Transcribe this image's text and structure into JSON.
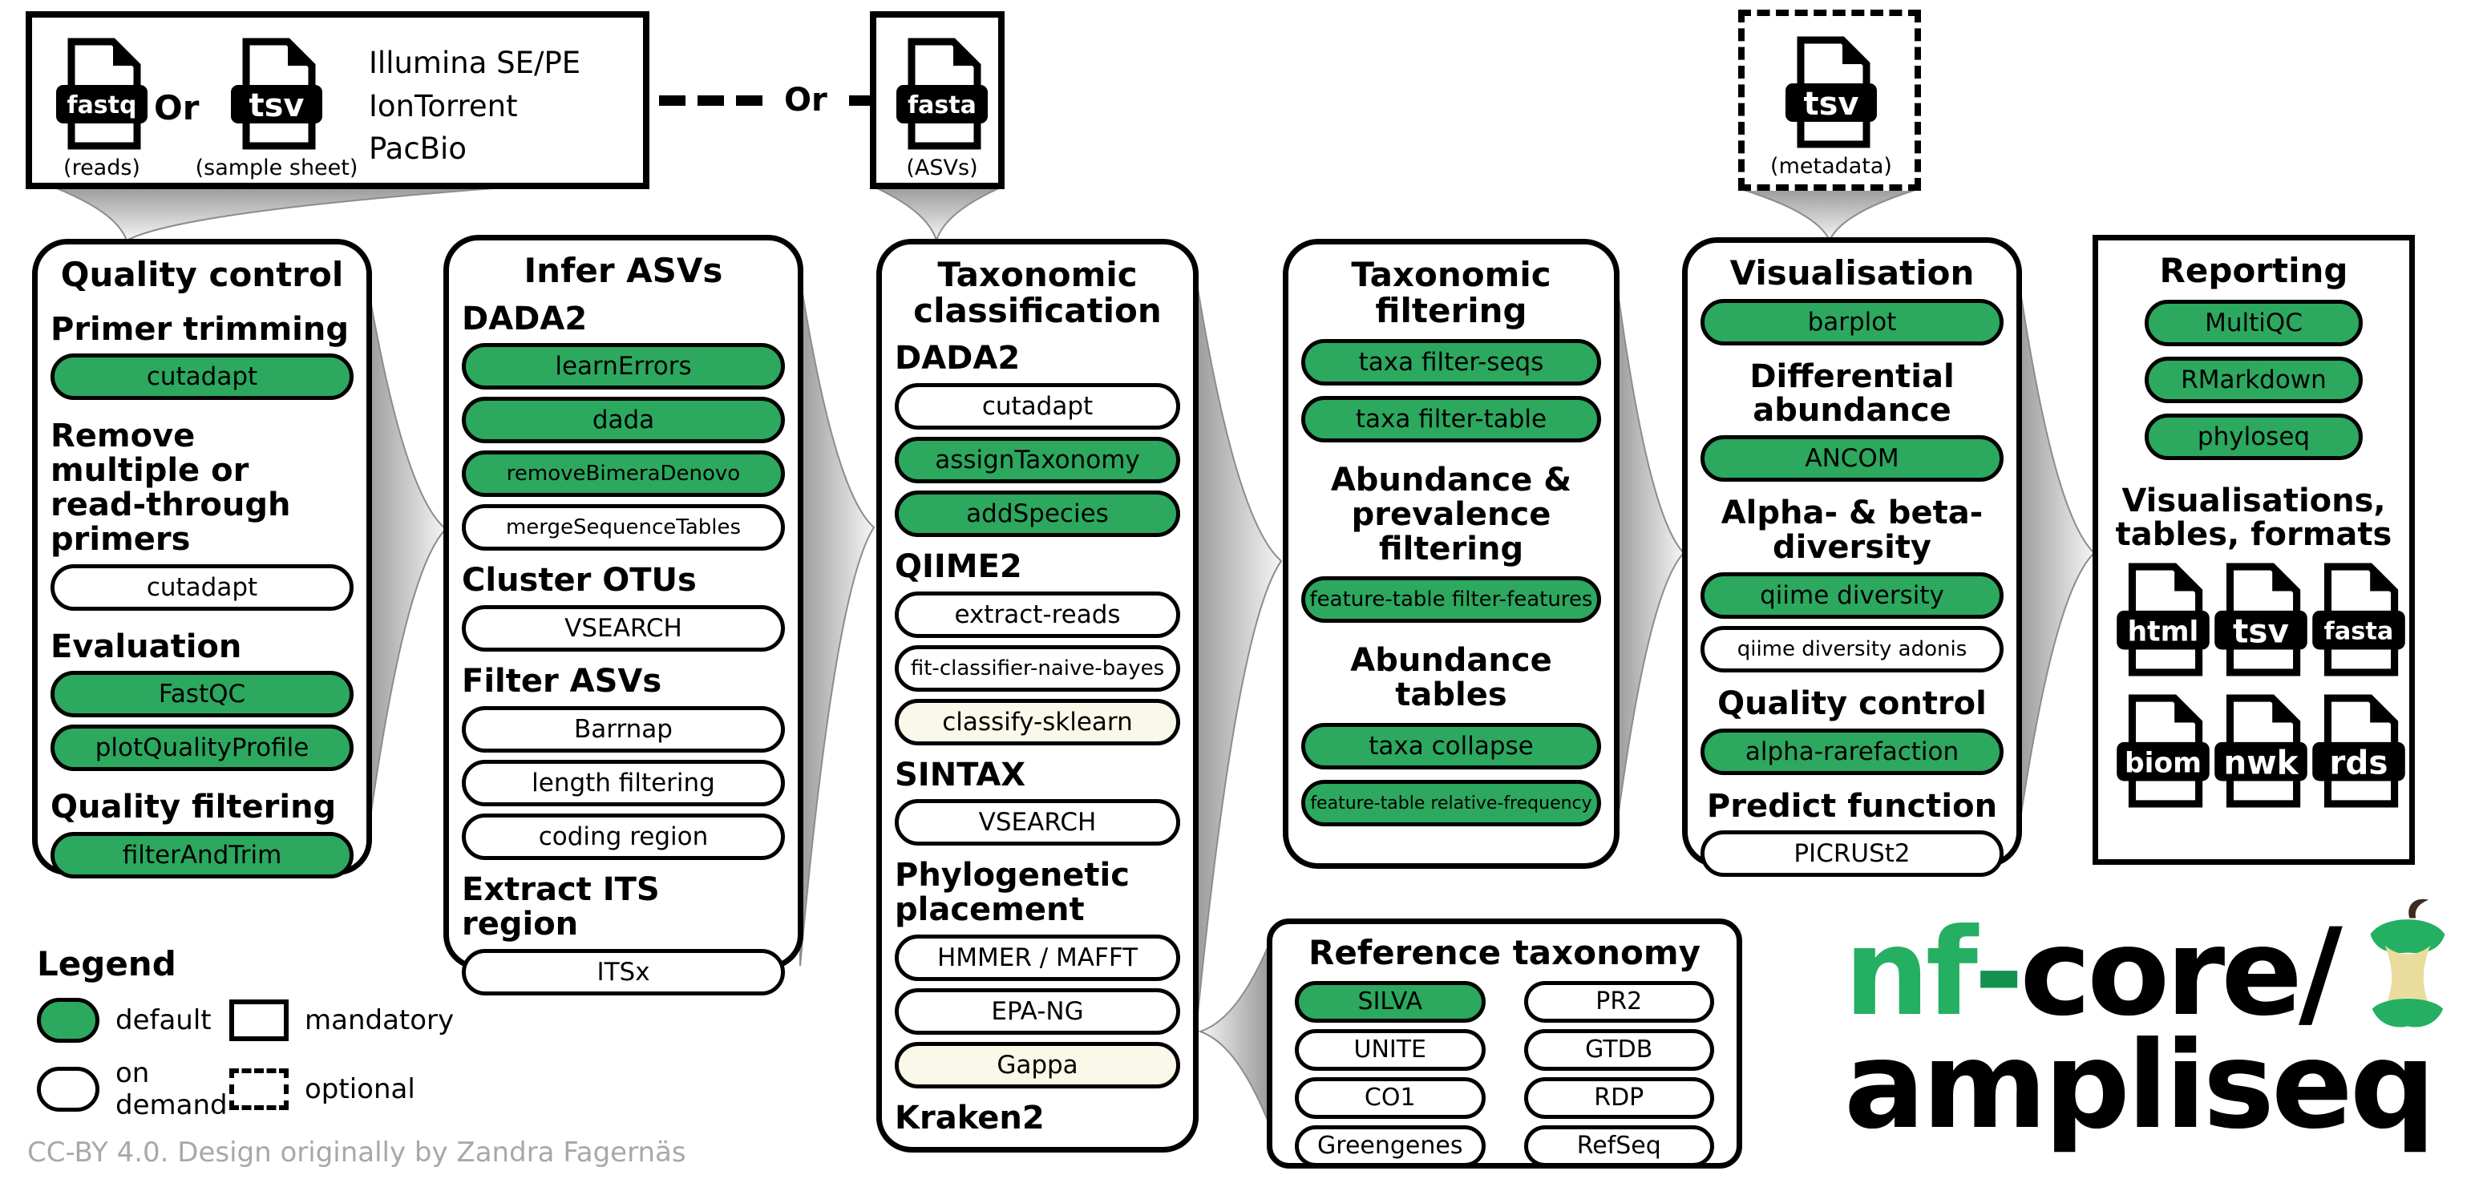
{
  "colors": {
    "default_green": "#2ca85f",
    "on_demand_white": "#ffffff",
    "logo_green": "#24af62",
    "footer_gray": "#a8a8a8"
  },
  "inputs": {
    "reads_box": {
      "files": [
        {
          "format": "fastq",
          "caption": "(reads)"
        },
        {
          "format": "tsv",
          "caption": "(sample sheet)"
        }
      ],
      "or_label": "Or",
      "platforms": [
        "Illumina SE/PE",
        "IonTorrent",
        "PacBio"
      ]
    },
    "or_separator": "Or",
    "asv_box": {
      "format": "fasta",
      "caption": "(ASVs)"
    },
    "metadata_box": {
      "format": "tsv",
      "caption": "(metadata)"
    }
  },
  "columns": [
    {
      "title": "Quality control",
      "items": [
        {
          "t": "h",
          "text": "Primer trimming"
        },
        {
          "t": "pill",
          "variant": "default",
          "text": "cutadapt"
        },
        {
          "t": "h",
          "text": "Remove multiple or read-through primers"
        },
        {
          "t": "pill",
          "variant": "on-demand",
          "text": "cutadapt"
        },
        {
          "t": "h",
          "text": "Evaluation"
        },
        {
          "t": "pill",
          "variant": "default",
          "text": "FastQC"
        },
        {
          "t": "pill",
          "variant": "default",
          "text": "plotQualityProfile"
        },
        {
          "t": "h",
          "text": "Quality filtering"
        },
        {
          "t": "pill",
          "variant": "default",
          "text": "filterAndTrim"
        }
      ]
    },
    {
      "title": "Infer ASVs",
      "items": [
        {
          "t": "h",
          "text": "DADA2"
        },
        {
          "t": "pill",
          "variant": "default",
          "text": "learnErrors"
        },
        {
          "t": "pill",
          "variant": "default",
          "text": "dada"
        },
        {
          "t": "pill",
          "variant": "default",
          "size": "sm",
          "text": "removeBimeraDenovo"
        },
        {
          "t": "pill",
          "variant": "on-demand",
          "size": "sm",
          "text": "mergeSequenceTables"
        },
        {
          "t": "h",
          "text": "Cluster OTUs"
        },
        {
          "t": "pill",
          "variant": "on-demand",
          "text": "VSEARCH"
        },
        {
          "t": "h",
          "text": "Filter ASVs"
        },
        {
          "t": "pill",
          "variant": "on-demand",
          "text": "Barrnap"
        },
        {
          "t": "pill",
          "variant": "on-demand",
          "text": "length filtering"
        },
        {
          "t": "pill",
          "variant": "on-demand",
          "text": "coding region"
        },
        {
          "t": "h",
          "text": "Extract ITS region"
        },
        {
          "t": "pill",
          "variant": "on-demand",
          "text": "ITSx"
        }
      ]
    },
    {
      "title": "Taxonomic classification",
      "items": [
        {
          "t": "h",
          "text": "DADA2"
        },
        {
          "t": "pill",
          "variant": "on-demand",
          "text": "cutadapt"
        },
        {
          "t": "pill",
          "variant": "default",
          "text": "assignTaxonomy"
        },
        {
          "t": "pill",
          "variant": "default",
          "text": "addSpecies"
        },
        {
          "t": "h",
          "text": "QIIME2"
        },
        {
          "t": "pill",
          "variant": "on-demand",
          "text": "extract-reads"
        },
        {
          "t": "pill",
          "variant": "on-demand",
          "size": "sm",
          "text": "fit-classifier-naive-bayes"
        },
        {
          "t": "pill",
          "variant": "on-demand-alt",
          "text": "classify-sklearn"
        },
        {
          "t": "h",
          "text": "SINTAX"
        },
        {
          "t": "pill",
          "variant": "on-demand",
          "text": "VSEARCH"
        },
        {
          "t": "h",
          "text": "Phylogenetic placement"
        },
        {
          "t": "pill",
          "variant": "on-demand",
          "text": "HMMER / MAFFT"
        },
        {
          "t": "pill",
          "variant": "on-demand",
          "text": "EPA-NG"
        },
        {
          "t": "pill",
          "variant": "on-demand-alt",
          "text": "Gappa"
        },
        {
          "t": "h",
          "text": "Kraken2"
        }
      ]
    },
    {
      "title": "Taxonomic filtering",
      "items": [
        {
          "t": "pill",
          "variant": "default",
          "text": "taxa filter-seqs"
        },
        {
          "t": "pill",
          "variant": "default",
          "text": "taxa filter-table"
        },
        {
          "t": "h",
          "text": "Abundance & prevalence filtering"
        },
        {
          "t": "pill",
          "variant": "default",
          "size": "sm",
          "text": "feature-table filter-features"
        },
        {
          "t": "h",
          "text": "Abundance tables"
        },
        {
          "t": "pill",
          "variant": "default",
          "text": "taxa collapse"
        },
        {
          "t": "pill",
          "variant": "default",
          "size": "xs",
          "text": "feature-table relative-frequency"
        }
      ]
    },
    {
      "title": "Visualisation",
      "items": [
        {
          "t": "pill",
          "variant": "default",
          "text": "barplot"
        },
        {
          "t": "h",
          "text": "Differential abundance"
        },
        {
          "t": "pill",
          "variant": "default",
          "text": "ANCOM"
        },
        {
          "t": "h",
          "text": "Alpha- & beta-diversity"
        },
        {
          "t": "pill",
          "variant": "default",
          "text": "qiime diversity"
        },
        {
          "t": "pill",
          "variant": "on-demand",
          "size": "sm",
          "text": "qiime diversity adonis"
        },
        {
          "t": "h",
          "text": "Quality control"
        },
        {
          "t": "pill",
          "variant": "default",
          "text": "alpha-rarefaction"
        },
        {
          "t": "h",
          "text": "Predict function"
        },
        {
          "t": "pill",
          "variant": "on-demand",
          "text": "PICRUSt2"
        }
      ]
    },
    {
      "title": "Reporting",
      "items": [
        {
          "t": "pill",
          "variant": "default",
          "text": "MultiQC"
        },
        {
          "t": "pill",
          "variant": "default",
          "text": "RMarkdown"
        },
        {
          "t": "pill",
          "variant": "default",
          "text": "phyloseq"
        },
        {
          "t": "h",
          "text": "Visualisations, tables, formats"
        },
        {
          "t": "icons",
          "formats": [
            "html",
            "tsv",
            "fasta",
            "biom",
            "nwk",
            "rds"
          ]
        }
      ]
    }
  ],
  "reference_taxonomy": {
    "title": "Reference taxonomy",
    "left": [
      {
        "label": "SILVA",
        "variant": "default"
      },
      {
        "label": "UNITE",
        "variant": "on-demand"
      },
      {
        "label": "CO1",
        "variant": "on-demand"
      },
      {
        "label": "Greengenes",
        "variant": "on-demand"
      }
    ],
    "right": [
      {
        "label": "PR2",
        "variant": "on-demand"
      },
      {
        "label": "GTDB",
        "variant": "on-demand"
      },
      {
        "label": "RDP",
        "variant": "on-demand"
      },
      {
        "label": "RefSeq",
        "variant": "on-demand"
      }
    ]
  },
  "legend": {
    "title": "Legend",
    "entries": [
      {
        "swatch": "pill-green",
        "label": "default"
      },
      {
        "swatch": "pill-white",
        "label": "on demand"
      },
      {
        "swatch": "rect-solid",
        "label": "mandatory"
      },
      {
        "swatch": "rect-dashed",
        "label": "optional"
      }
    ]
  },
  "logo": {
    "prefix": "nf",
    "dash": "-",
    "suffix": "core/",
    "name": "ampliseq"
  },
  "footer": "CC-BY 4.0. Design originally by Zandra Fagernäs"
}
